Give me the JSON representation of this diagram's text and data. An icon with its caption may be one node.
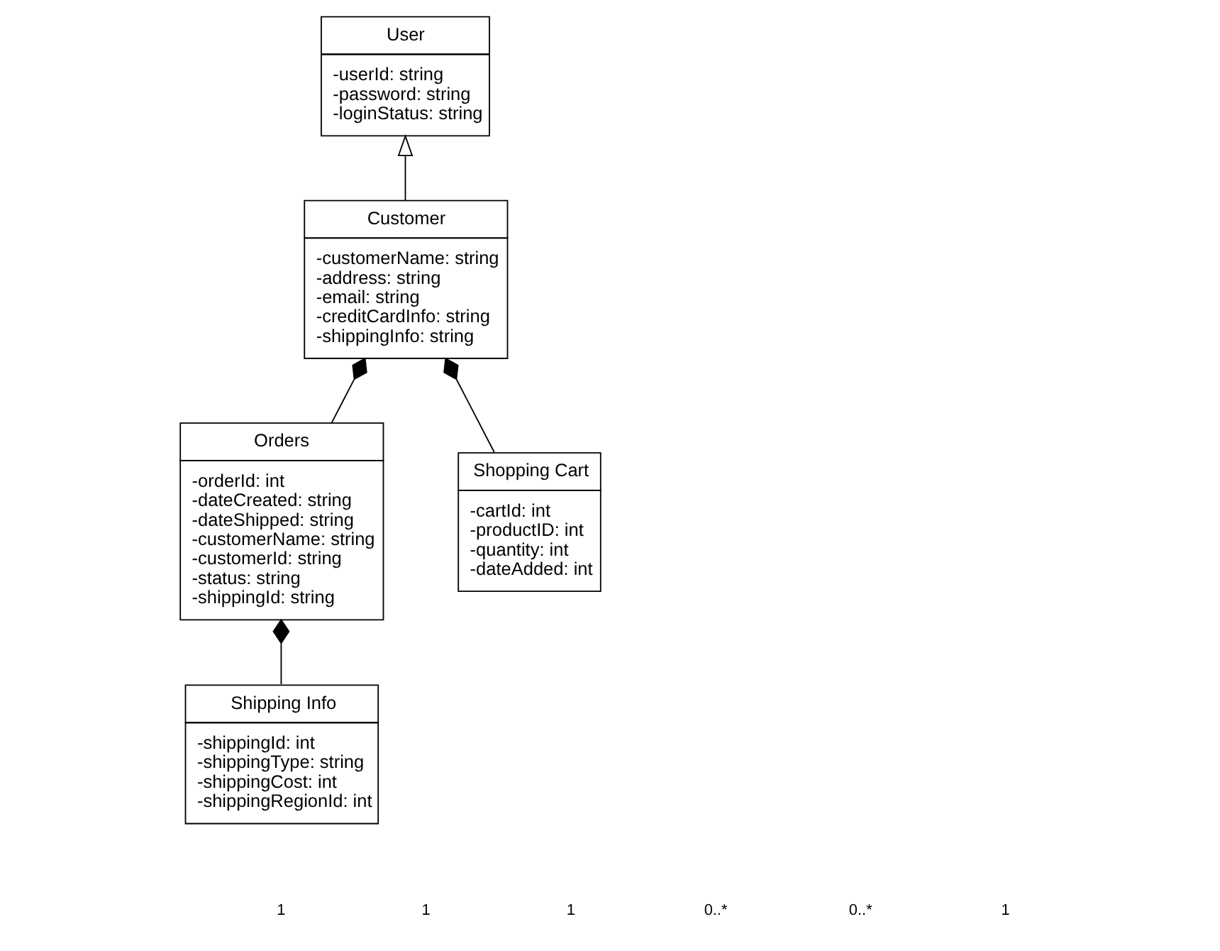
{
  "diagram": {
    "nodes": [
      {
        "text": [
          "Customer",
          "-customerName: string",
          "-address: string",
          "-email: string",
          "-creditCardInfo: string",
          "-shippingInfo: string"
        ]
      },
      {
        "text": [
          "User",
          "-userId: string",
          "-password: string",
          "-loginStatus: string"
        ]
      },
      {
        "text": [
          "Shipping Info",
          "-shippingId: int",
          "-shippingType: string",
          "-shippingCost: int",
          "-shippingRegionId: int"
        ]
      },
      {
        "text": [
          "Orders",
          "-orderId: int",
          "-dateCreated: string",
          "-dateShipped: string",
          "-customerName: string",
          "-customerId: string",
          "-status: string",
          "-shippingId: string"
        ]
      },
      {
        "text": [
          "Shopping Cart",
          "-cartId: int",
          "-productID: int",
          "-quantity: int",
          "-dateAdded: int"
        ]
      }
    ],
    "edges": [
      {
        "from": 0,
        "to": 1,
        "arrow": "to"
      },
      {
        "from": 4,
        "to": 0,
        "arrow": "other"
      },
      {
        "from": 3,
        "to": 0,
        "arrow": "other"
      },
      {
        "from": 2,
        "to": 3,
        "arrow": "other"
      }
    ],
    "labels": [
      "1",
      "1",
      "1",
      "0..*",
      "0..*",
      "1"
    ]
  }
}
